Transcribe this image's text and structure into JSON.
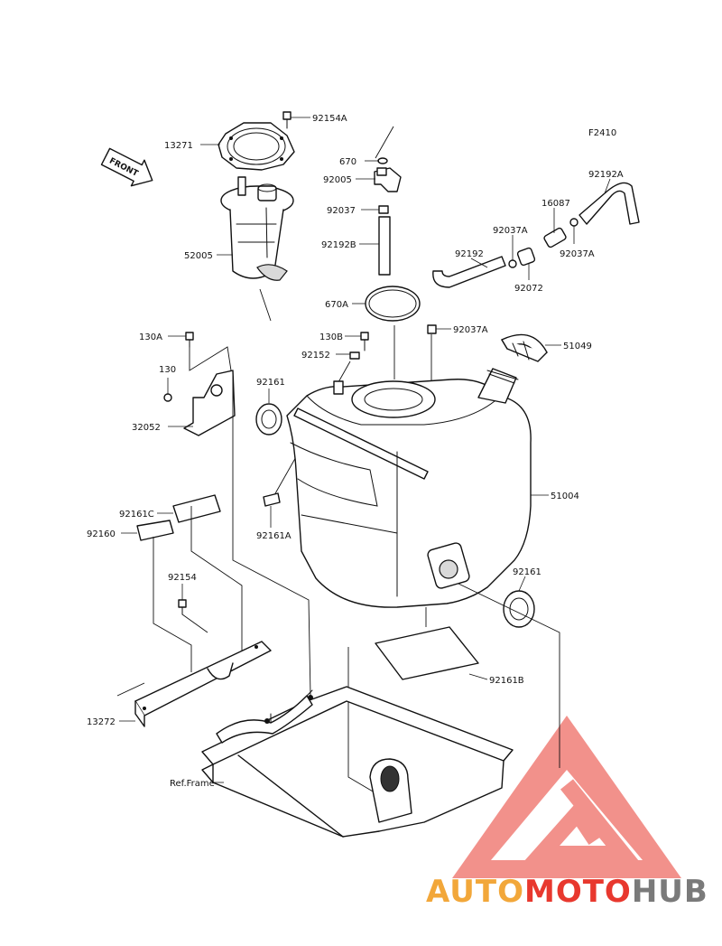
{
  "diagram": {
    "figure_code": "F2410",
    "front_label": "FRONT",
    "colors": {
      "line": "#111111",
      "watermark_red": "#e8382e",
      "watermark_gray": "#7a7a7a",
      "watermark_orange": "#f2a73a"
    }
  },
  "callouts": [
    {
      "id": "c-92154A",
      "text": "92154A"
    },
    {
      "id": "c-13271",
      "text": "13271"
    },
    {
      "id": "c-670",
      "text": "670"
    },
    {
      "id": "c-92005",
      "text": "92005"
    },
    {
      "id": "c-92037",
      "text": "92037"
    },
    {
      "id": "c-92192B",
      "text": "92192B"
    },
    {
      "id": "c-52005",
      "text": "52005"
    },
    {
      "id": "c-670A",
      "text": "670A"
    },
    {
      "id": "c-92192A",
      "text": "92192A"
    },
    {
      "id": "c-16087",
      "text": "16087"
    },
    {
      "id": "c-92037A-1",
      "text": "92037A"
    },
    {
      "id": "c-92192",
      "text": "92192"
    },
    {
      "id": "c-92037A-2",
      "text": "92037A"
    },
    {
      "id": "c-92072",
      "text": "92072"
    },
    {
      "id": "c-130B",
      "text": "130B"
    },
    {
      "id": "c-92037A-3",
      "text": "92037A"
    },
    {
      "id": "c-51049",
      "text": "51049"
    },
    {
      "id": "c-130A",
      "text": "130A"
    },
    {
      "id": "c-92152",
      "text": "92152"
    },
    {
      "id": "c-130",
      "text": "130"
    },
    {
      "id": "c-92161-1",
      "text": "92161"
    },
    {
      "id": "c-32052",
      "text": "32052"
    },
    {
      "id": "c-51004",
      "text": "51004"
    },
    {
      "id": "c-92161C",
      "text": "92161C"
    },
    {
      "id": "c-92160",
      "text": "92160"
    },
    {
      "id": "c-92161A",
      "text": "92161A"
    },
    {
      "id": "c-92161-2",
      "text": "92161"
    },
    {
      "id": "c-92154",
      "text": "92154"
    },
    {
      "id": "c-92161B",
      "text": "92161B"
    },
    {
      "id": "c-13272",
      "text": "13272"
    },
    {
      "id": "c-ref-frame",
      "text": "Ref.Frame"
    }
  ],
  "watermark": {
    "brand_part_1": "AUTO",
    "brand_part_2": "MOTO",
    "brand_part_3": "HUB"
  }
}
